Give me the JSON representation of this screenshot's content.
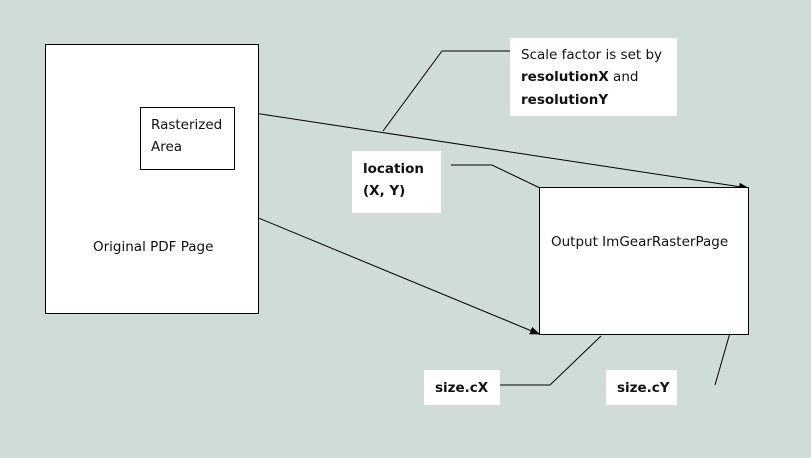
{
  "original_page": {
    "label": "Original PDF Page"
  },
  "rasterized_area": {
    "line1": "Rasterized",
    "line2": "Area"
  },
  "output_page": {
    "label": "Output ImGearRasterPage"
  },
  "scale_callout": {
    "line1": "Scale factor is set by",
    "resolution_x": "resolutionX",
    "and_word": "and",
    "resolution_y": "resolutionY"
  },
  "location_callout": {
    "line1": "location",
    "line2": "(X, Y)"
  },
  "size_cx_callout": {
    "label": "size.cX"
  },
  "size_cy_callout": {
    "label": "size.cY"
  },
  "colors": {
    "background": "#cfdcd8",
    "box": "#ffffff",
    "line": "#000000"
  }
}
